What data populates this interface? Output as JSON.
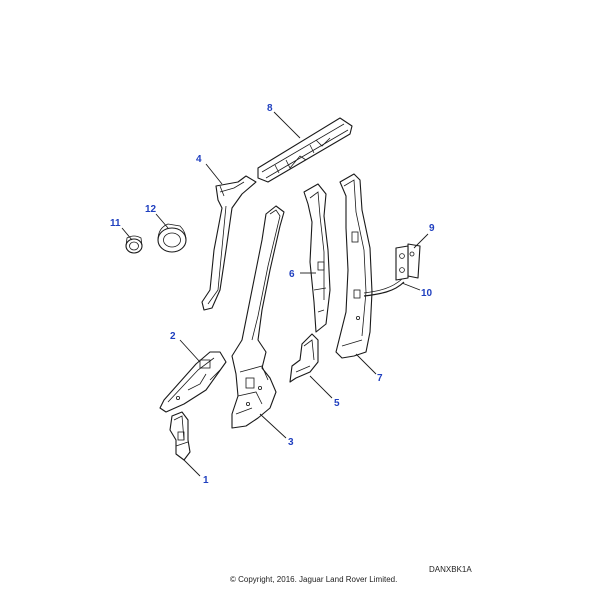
{
  "callouts": [
    "1",
    "2",
    "3",
    "4",
    "5",
    "6",
    "7",
    "8",
    "9",
    "10",
    "11",
    "12"
  ],
  "footer": {
    "drawing_code": "DANXBK1A",
    "copyright": "© Copyright, 2016. Jaguar Land Rover Limited."
  },
  "colors": {
    "callout_text": "#1f3fbf",
    "line_art": "#1a1a1a",
    "background": "#ffffff"
  }
}
